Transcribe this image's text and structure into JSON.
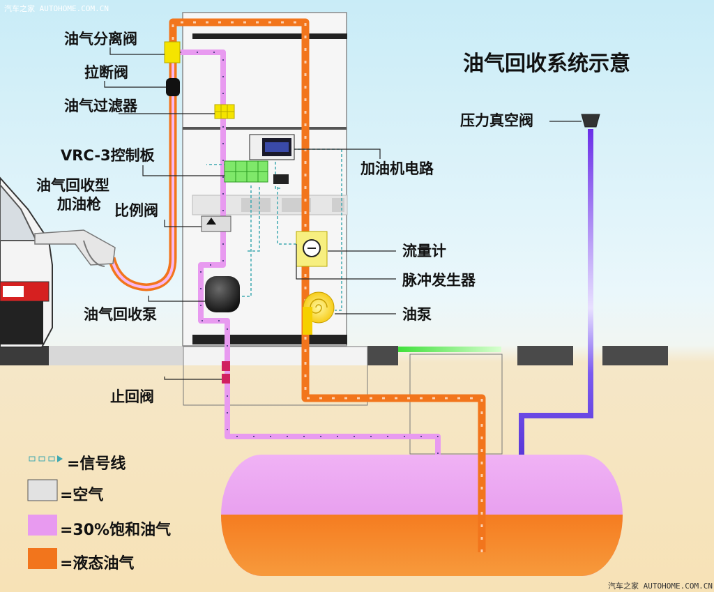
{
  "watermark_top": "汽车之家 AUTOHOME.COM.CN",
  "watermark_bottom": "汽车之家 AUTOHOME.COM.CN",
  "title": "油气回收系统示意",
  "labels": {
    "separator_valve": "油气分离阀",
    "breakaway_valve": "拉断阀",
    "vapor_filter": "油气过滤器",
    "control_board": "VRC-3控制板",
    "nozzle_line1": "油气回收型",
    "nozzle_line2": "加油枪",
    "proportional_valve": "比例阀",
    "vapor_pump": "油气回收泵",
    "check_valve": "止回阀",
    "dispenser_circuit": "加油机电路",
    "flow_meter": "流量计",
    "pulse_generator": "脉冲发生器",
    "fuel_pump": "油泵",
    "pressure_vacuum_valve": "压力真空阀"
  },
  "legend": [
    {
      "symbol": "signal-line",
      "text": "=信号线"
    },
    {
      "symbol": "air",
      "text": "=空气",
      "color": "#e2e2e2"
    },
    {
      "symbol": "vapor",
      "text": "=30%饱和油气",
      "color": "#e89af0"
    },
    {
      "symbol": "liquid",
      "text": "=液态油气",
      "color": "#f2751c"
    }
  ],
  "colors": {
    "vapor": "#e89af0",
    "liquid": "#f2751c",
    "signal": "#3fa8b0",
    "vent": "#6b3fe0",
    "ground": "#bdbdbd"
  }
}
